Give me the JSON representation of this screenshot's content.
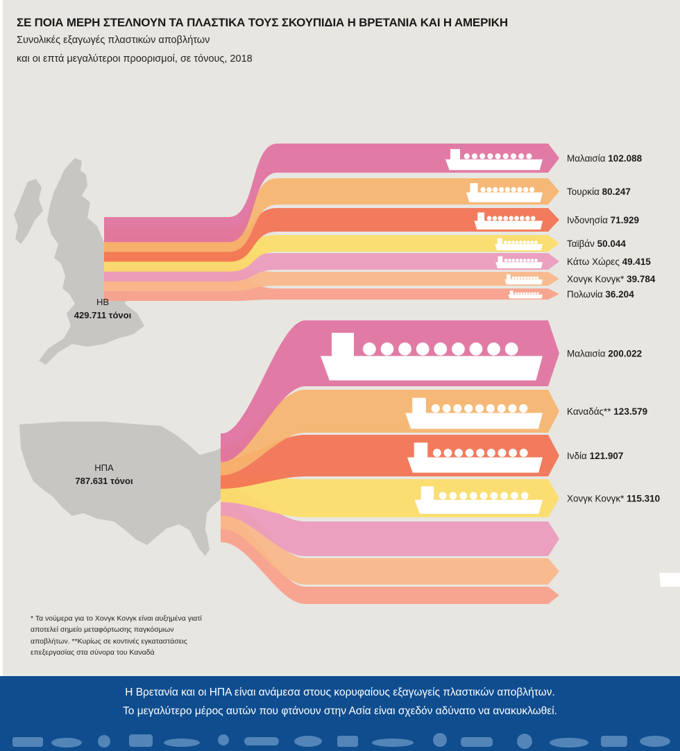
{
  "header": {
    "title": "ΣΕ ΠΟΙΑ ΜΕΡΗ ΣΤΕΛΝΟΥΝ ΤΑ ΠΛΑΣΤΙΚΑ ΤΟΥΣ ΣΚΟΥΠΙΔΙΑ Η ΒΡΕΤΑΝΙΑ ΚΑΙ Η ΑΜΕΡΙΚΗ",
    "subtitle_line1": "Συνολικές εξαγωγές πλαστικών αποβλήτων",
    "subtitle_line2": "και οι επτά μεγαλύτεροι προορισμοί, σε τόνους, 2018"
  },
  "colors": {
    "pink": "#e0729f",
    "light_orange": "#f6b46e",
    "red_orange": "#f27252",
    "yellow": "#fbdd68",
    "light_pink": "#ea9abc",
    "peach": "#f9b789",
    "salmon": "#f7a08a",
    "map_grey": "#c8c6c2",
    "background": "#e8e6e1",
    "footer_blue": "#0f4d8f"
  },
  "chart_data": [
    {
      "type": "sankey",
      "source": "ΗΒ",
      "total_label": "429.711 τόνοι",
      "total": 429711,
      "unit": "τόνοι",
      "destinations": [
        {
          "name": "Μαλαισία",
          "value": 102088,
          "label": "102.088",
          "color": "#e0729f"
        },
        {
          "name": "Τουρκία",
          "value": 80247,
          "label": "80.247",
          "color": "#f6b46e"
        },
        {
          "name": "Ινδονησία",
          "value": 71929,
          "label": "71.929",
          "color": "#f27252"
        },
        {
          "name": "Ταϊβάν",
          "value": 50044,
          "label": "50.044",
          "color": "#fbdd68"
        },
        {
          "name": "Κάτω Χώρες",
          "value": 49415,
          "label": "49.415",
          "color": "#ea9abc"
        },
        {
          "name": "Χονγκ Κονγκ*",
          "value": 39784,
          "label": "39.784",
          "color": "#f9b789"
        },
        {
          "name": "Πολωνία",
          "value": 36204,
          "label": "36.204",
          "color": "#f7a08a"
        }
      ]
    },
    {
      "type": "sankey",
      "source": "ΗΠΑ",
      "total_label": "787.631 τόνοι",
      "total": 787631,
      "unit": "τόνοι",
      "destinations": [
        {
          "name": "Μαλαισία",
          "value": 200022,
          "label": "200.022",
          "color": "#e0729f"
        },
        {
          "name": "Καναδάς**",
          "value": 123579,
          "label": "123.579",
          "color": "#f6b46e"
        },
        {
          "name": "Ινδία",
          "value": 121907,
          "label": "121.907",
          "color": "#f27252"
        },
        {
          "name": "Χονγκ Κονγκ*",
          "value": 115310,
          "label": "115.310",
          "color": "#fbdd68"
        },
        {
          "name": "",
          "value": null,
          "label": "",
          "color": "#ea9abc"
        },
        {
          "name": "",
          "value": null,
          "label": "",
          "color": "#f9b789"
        },
        {
          "name": "",
          "value": null,
          "label": "",
          "color": "#f7a08a"
        }
      ]
    }
  ],
  "footnote": "* Τα νούμερα για το Χονγκ Κονγκ είναι αυξημένα γιατί αποτελεί σημείο μεταφόρτωσης παγκόσμιων αποβλήτων. **Κυρίως σε κοντινές εγκαταστάσεις επεξεργασίας στα σύνορα του Καναδά",
  "footer": {
    "line1": "Η Βρετανία και οι ΗΠΑ είναι ανάμεσα στους κορυφαίους εξαγωγείς πλαστικών αποβλήτων.",
    "line2": "Το μεγαλύτερο μέρος αυτών που φτάνουν στην Ασία είναι σχεδόν αδύνατο να ανακυκλωθεί."
  }
}
